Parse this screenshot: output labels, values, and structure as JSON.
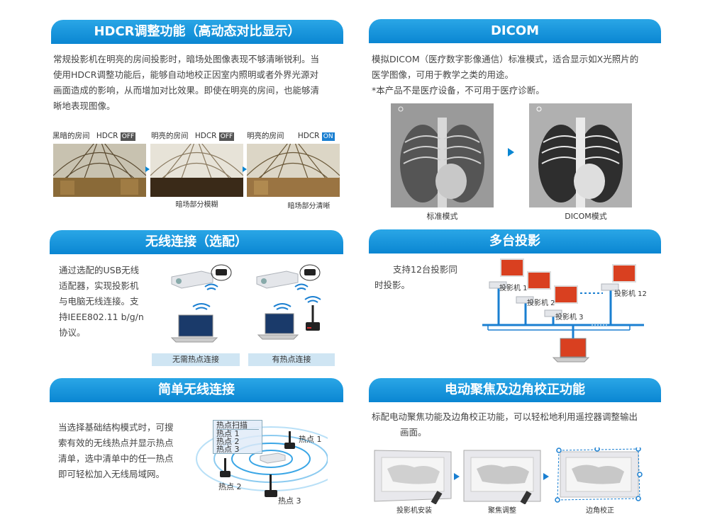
{
  "sections": {
    "hdcr": {
      "title": "HDCR调整功能（高动态对比显示）",
      "desc": [
        "常规投影机在明亮的房间投影时，暗场处图像表现不够清晰锐利。当",
        "使用HDCR调整功能后，能够自动地校正因室内照明或者外界光源对",
        "画面造成的影响，从而增加对比效果。即使在明亮的房间，也能够清",
        "晰地表现图像。"
      ],
      "labels": {
        "dark_room": "黑暗的房间",
        "hdcr": "HDCR",
        "off": "OFF",
        "bright_room": "明亮的房间",
        "on": "ON"
      },
      "captions": {
        "blurry": "暗场部分模糊",
        "clear": "暗场部分清晰"
      }
    },
    "dicom": {
      "title": "DICOM",
      "desc": [
        "模拟DICOM（医疗数字影像通信）标准模式，适合显示如X光照片的",
        "医学图像，可用于教学之类的用途。",
        "*本产品不是医疗设备，不可用于医疗诊断。"
      ],
      "captions": {
        "standard": "标准模式",
        "dicom": "DICOM模式"
      }
    },
    "wireless": {
      "title": "无线连接（选配）",
      "desc": [
        "通过选配的USB无线",
        "适配器，实现投影机",
        "与电脑无线连接。支",
        "持IEEE802.11 b/g/n",
        "协议。"
      ],
      "labels": {
        "no_hotspot": "无需热点连接",
        "with_hotspot": "有热点连接"
      }
    },
    "multi": {
      "title": "多台投影",
      "desc": [
        "支持12台投影同",
        "时投影。"
      ],
      "labels": {
        "p1": "投影机 1",
        "p2": "投影机 2",
        "p3": "投影机 3",
        "p12": "投影机 12"
      }
    },
    "simple": {
      "title": "简单无线连接",
      "desc": [
        "当选择基础结构模式时，可搜",
        "索有效的无线热点并显示热点",
        "清单，选中清单中的任一热点",
        "即可轻松加入无线局域网。"
      ],
      "menu": [
        "热点扫描",
        "热点 1",
        "热点 2",
        "热点 3"
      ],
      "labels": {
        "h1": "热点 1",
        "h2": "热点 2",
        "h3": "热点 3"
      }
    },
    "focus": {
      "title": "电动聚焦及边角校正功能",
      "desc": [
        "标配电动聚焦功能及边角校正功能，可以轻松地利用遥控器调整输出",
        "画面。"
      ],
      "captions": {
        "install": "投影机安装",
        "focus": "聚焦调整",
        "corner": "边角校正"
      }
    }
  },
  "colors": {
    "accent": "#0a86d2",
    "label_bg": "#cfe5f3",
    "off_tag": "#555555",
    "on_tag": "#1a7fd1"
  }
}
